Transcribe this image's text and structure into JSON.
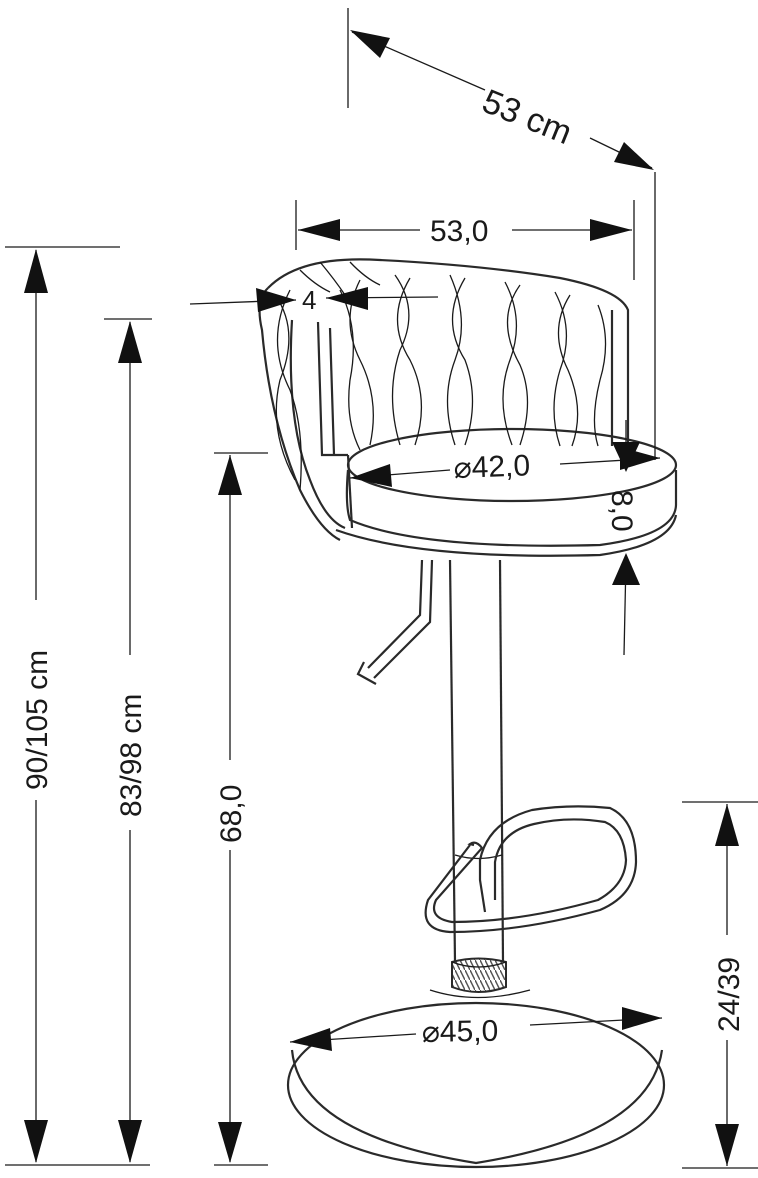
{
  "dimensions": {
    "depth_top": "53 cm",
    "width": "53,0",
    "frame_thickness": "4",
    "seat_diameter": "⌀42,0",
    "seat_thickness": "8,0",
    "total_height": "90/105 cm",
    "back_height": "83/98 cm",
    "seat_height": "68,0",
    "footrest_height": "24/39",
    "base_diameter": "⌀45,0"
  },
  "colors": {
    "line": "#2a2a2a",
    "arrow": "#111111",
    "background": "#ffffff"
  }
}
